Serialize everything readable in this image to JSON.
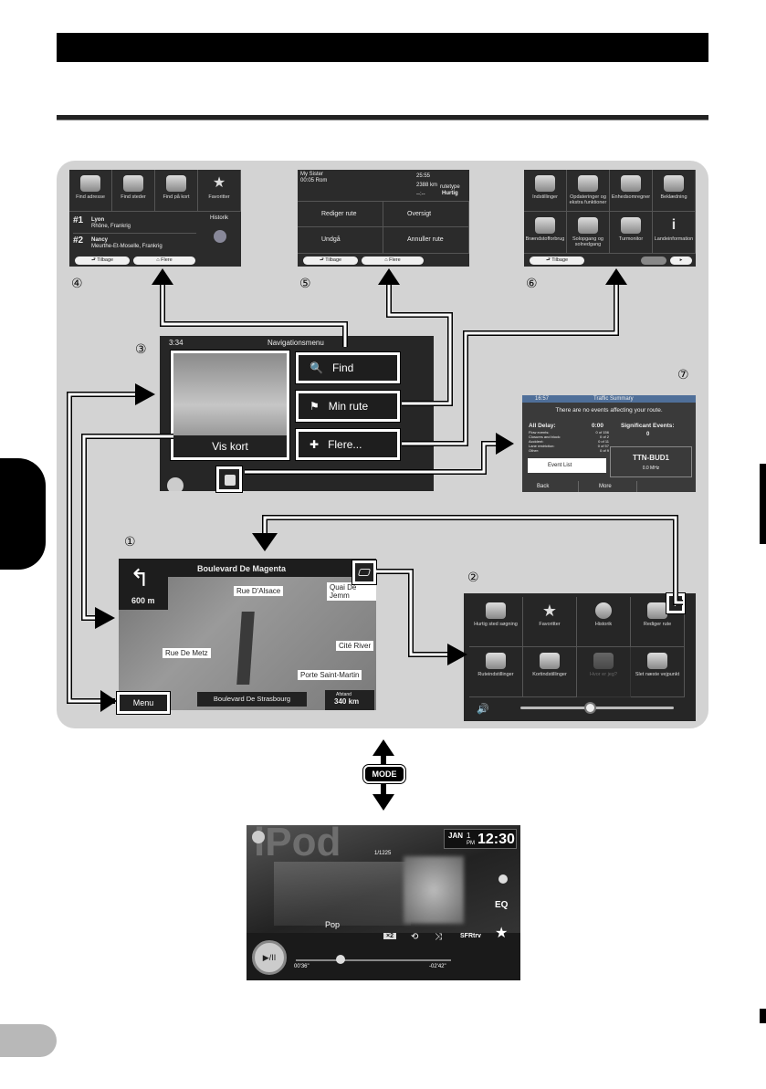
{
  "screen4": {
    "tiles": [
      "Find adresse",
      "Find steder",
      "Find på kort",
      "Favoritter"
    ],
    "history_label": "Historik",
    "items": [
      {
        "rank": "#1",
        "title": "Lyon",
        "sub": "Rhône, Frankrig"
      },
      {
        "rank": "#2",
        "title": "Nancy",
        "sub": "Meurthe-Et-Moselle, Frankrig"
      }
    ],
    "back": "Tilbage",
    "more": "Flere"
  },
  "screen5": {
    "left_lines": [
      "My Sister",
      "00:05 Rom"
    ],
    "times": [
      "25:55",
      "2388",
      "--:--"
    ],
    "km_unit": "km",
    "route_type_label": "rutetype",
    "route_type_value": "Hurtig",
    "tiles": [
      "Rediger rute",
      "Oversigt",
      "Undgå",
      "Annuller rute"
    ],
    "back": "Tilbage",
    "more": "Flere"
  },
  "screen6": {
    "tiles": [
      "Indstillinger",
      "Opdateringer og ekstra funktioner",
      "Enhedsomregner",
      "Beklædning",
      "Brændstofforbrug",
      "Solopgang og solnedgang",
      "Turmonitor",
      "Landeinformation"
    ],
    "back": "Tilbage"
  },
  "screen3": {
    "time": "3:34",
    "title": "Navigationsmenu",
    "view_map": "Vis kort",
    "menu_items": [
      "Find",
      "Min rute",
      "Flere..."
    ]
  },
  "screen7": {
    "time": "16:57",
    "title": "Traffic Summary",
    "message": "There are no events affecting your route.",
    "all_delay_label": "All Delay:",
    "all_delay_value": "0:00",
    "rows": [
      {
        "label": "Flow events:",
        "value": "0 of 156"
      },
      {
        "label": "Closures and block:",
        "value": "0 of 2"
      },
      {
        "label": "Accident:",
        "value": "0 of 11"
      },
      {
        "label": "Lane restriction:",
        "value": "0 of 57"
      },
      {
        "label": "Other:",
        "value": "0 of 9"
      }
    ],
    "sig_label": "Significant Events:",
    "sig_value": "0",
    "event_list": "Event List",
    "station": "TTN-BUD1",
    "freq": "0.0 MHz",
    "back": "Back",
    "more": "More"
  },
  "screen1": {
    "street": "Boulevard De Magenta",
    "distance": "600 m",
    "labels": [
      "Rue D'Alsace",
      "Quai De Jemm",
      "Rue De Metz",
      "Cité River",
      "Porte Saint-Martin"
    ],
    "menu": "Menu",
    "bottom_street": "Boulevard De Strasbourg",
    "dist_label": "Afstand",
    "dist_value": "340 km"
  },
  "screen2": {
    "tiles": [
      "Hurtig sted søgning",
      "Favoritter",
      "Historik",
      "Rediger rute",
      "Ruteindstillinger",
      "Kortindstillinger",
      "Hvor er jeg?",
      "Slet næste vejpunkt"
    ]
  },
  "numbers": [
    "①",
    "②",
    "③",
    "④",
    "⑤",
    "⑥",
    "⑦"
  ],
  "mode_label": "MODE",
  "ipod": {
    "title": "iPod",
    "month": "JAN",
    "day": "1",
    "pm": "PM",
    "clock": "12:30",
    "track_count": "1/1225",
    "genre": "Pop",
    "elapsed": "00'36\"",
    "remaining": "-02'42\"",
    "x2": "×2",
    "eq": "EQ",
    "sfr": "SFRtrv"
  },
  "colors": {
    "panel": "#d3d3d3",
    "screen": "#2b2b2b",
    "accent_blue": "#2d5fa0"
  }
}
